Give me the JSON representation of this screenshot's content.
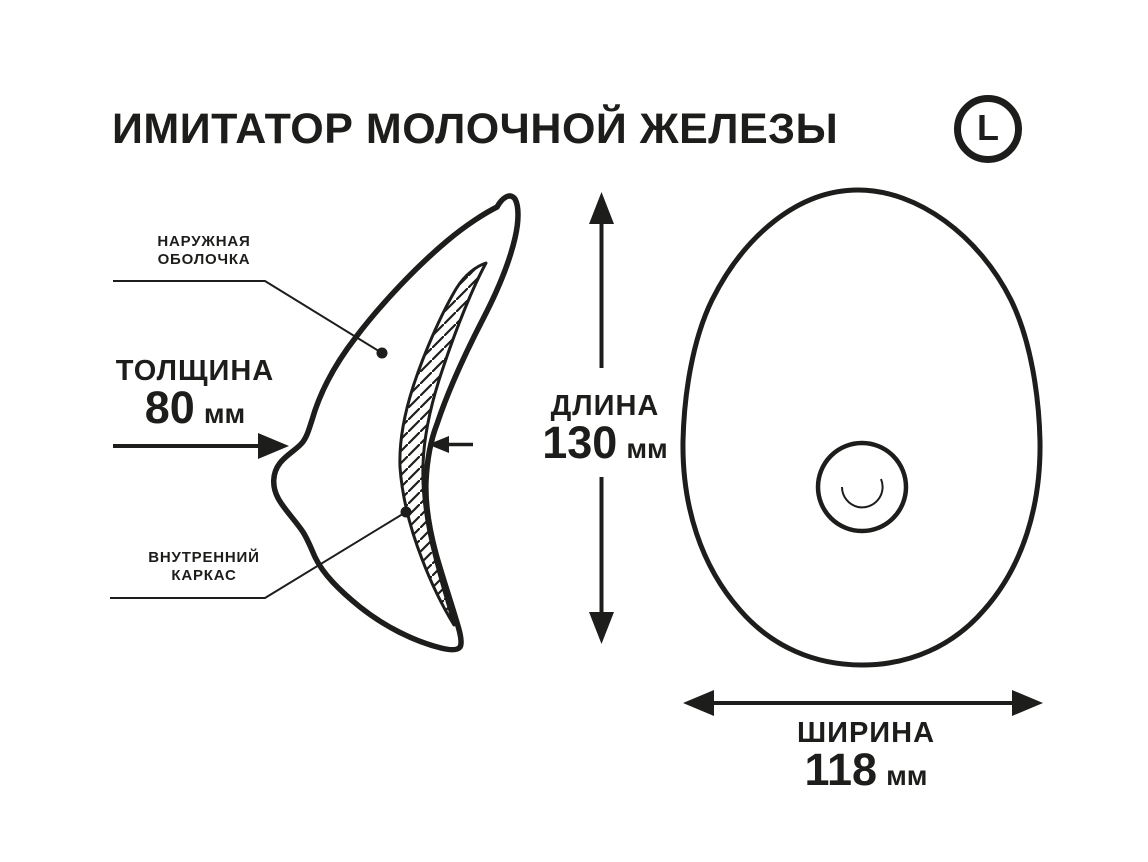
{
  "title": "ИМИТАТОР МОЛОЧНОЙ ЖЕЛЕЗЫ",
  "size_badge": "L",
  "colors": {
    "ink": "#1d1d1b",
    "background": "#ffffff"
  },
  "labels": {
    "outer_shell": {
      "line1": "НАРУЖНАЯ",
      "line2": "ОБОЛОЧКА"
    },
    "inner_frame": {
      "line1": "ВНУТРЕННИЙ",
      "line2": "КАРКАС"
    }
  },
  "dimensions": {
    "thickness": {
      "label": "ТОЛЩИНА",
      "value": "80",
      "unit": "мм"
    },
    "length": {
      "label": "ДЛИНА",
      "value": "130",
      "unit": "мм"
    },
    "width": {
      "label": "ШИРИНА",
      "value": "118",
      "unit": "мм"
    }
  }
}
